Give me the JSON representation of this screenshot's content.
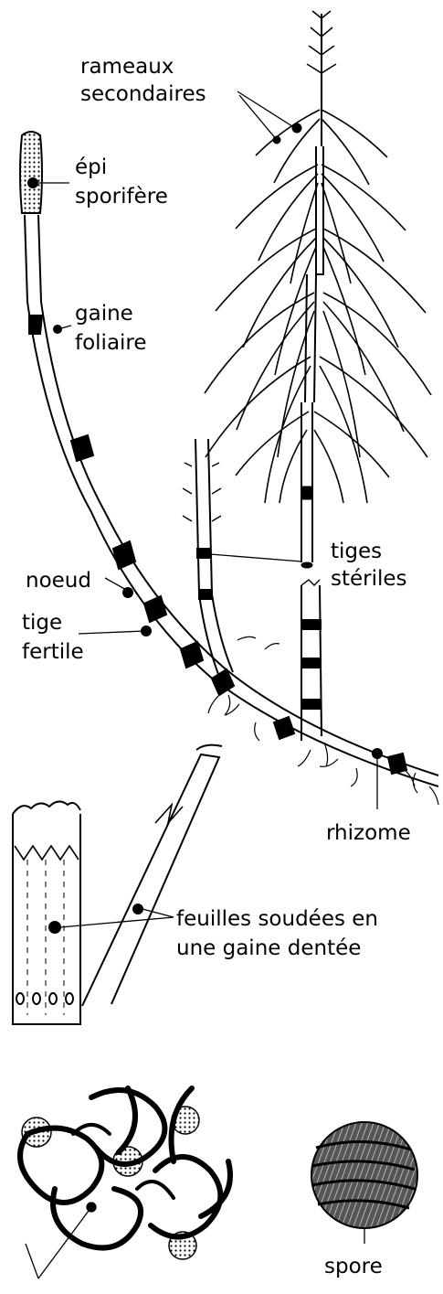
{
  "labels": {
    "rameaux_line1": "rameaux",
    "rameaux_line2": "secondaires",
    "epi_line1": "épi",
    "epi_line2": "sporifère",
    "gaine_line1": "gaine",
    "gaine_line2": "foliaire",
    "tiges_line1": "tiges",
    "tiges_line2": "stériles",
    "noeud": "noeud",
    "tige_line1": "tige",
    "tige_line2": "fertile",
    "rhizome": "rhizome",
    "feuilles_line1": "feuilles soudées en",
    "feuilles_line2": "une gaine dentée",
    "spore": "spore"
  },
  "colors": {
    "ink": "#000000",
    "paper": "#ffffff"
  }
}
